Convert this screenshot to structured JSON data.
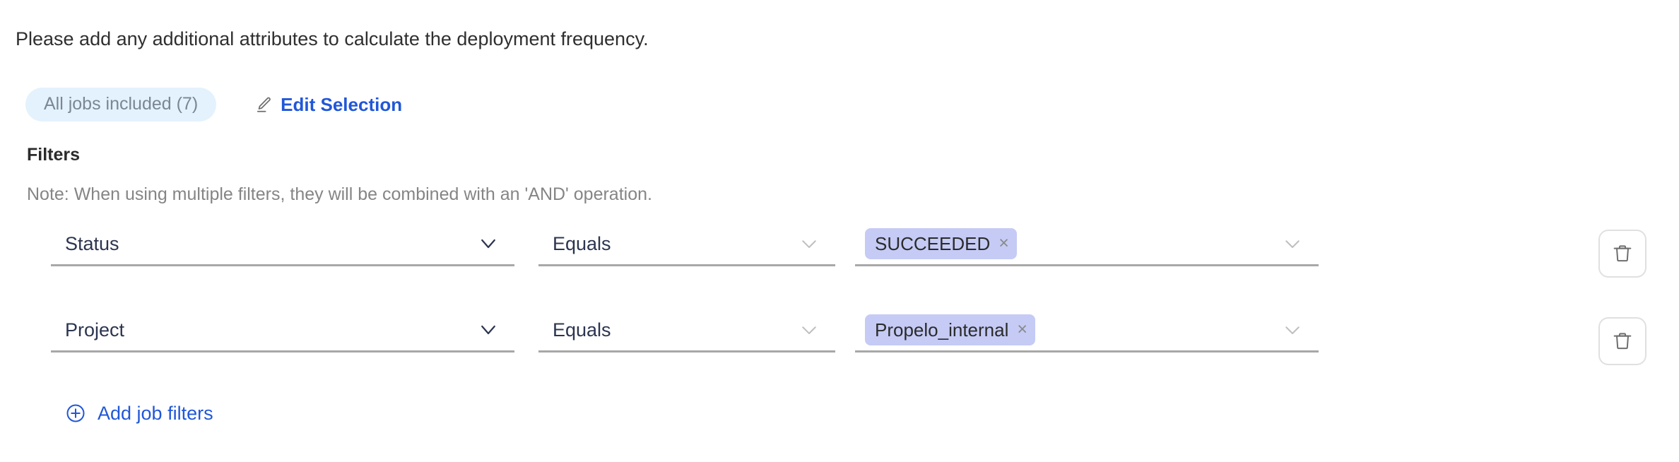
{
  "intro": {
    "text": "Please add any additional attributes to calculate the deployment frequency."
  },
  "selection": {
    "jobs_pill_label": "All jobs included (7)",
    "edit_label": "Edit Selection",
    "edit_icon": "pencil-icon"
  },
  "filters": {
    "title": "Filters",
    "note": "Note: When using multiple filters, they will be combined with an 'AND' operation.",
    "rows": [
      {
        "attribute": "Status",
        "operator": "Equals",
        "value_chip": "SUCCEEDED",
        "chip_close": "×",
        "delete_icon": "trash-icon"
      },
      {
        "attribute": "Project",
        "operator": "Equals",
        "value_chip": "Propelo_internal",
        "chip_close": "×",
        "delete_icon": "trash-icon"
      }
    ],
    "add_label": "Add job filters",
    "add_icon": "plus-circle-icon"
  },
  "colors": {
    "link": "#2157d8",
    "pill_bg": "#e3f2fd",
    "chip_bg": "#c5cbf5",
    "underline": "#a8a8a8",
    "text_dark": "#2c3550",
    "muted": "#858585"
  }
}
